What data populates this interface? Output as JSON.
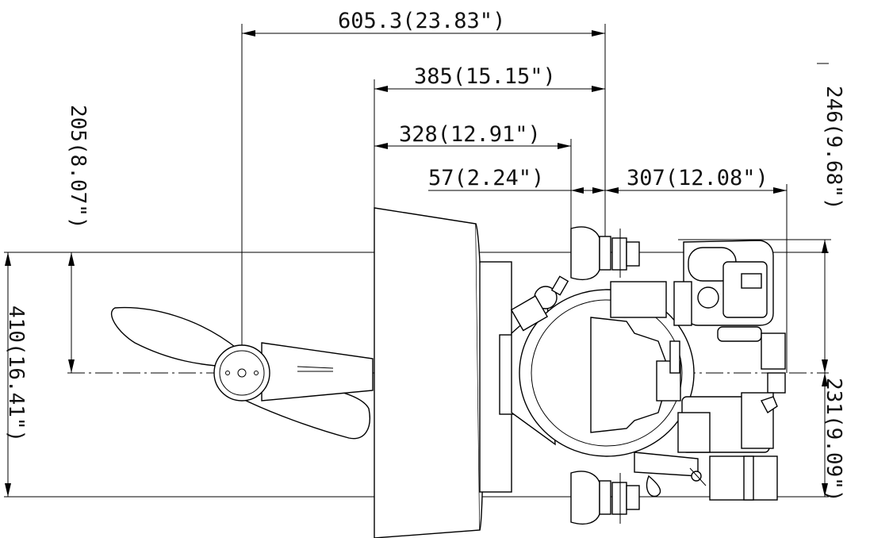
{
  "dimensions": {
    "overall_length": "605.3(23.83\")",
    "mount_to_end": "385(15.15\")",
    "mount_to_flange": "328(12.91\")",
    "flange_offset": "57(2.24\")",
    "engine_length": "307(12.08\")",
    "left_height": "205(8.07\")",
    "total_height": "410(16.41\")",
    "right_upper": "246(9.68\")",
    "right_lower": "231(9.09\")"
  }
}
